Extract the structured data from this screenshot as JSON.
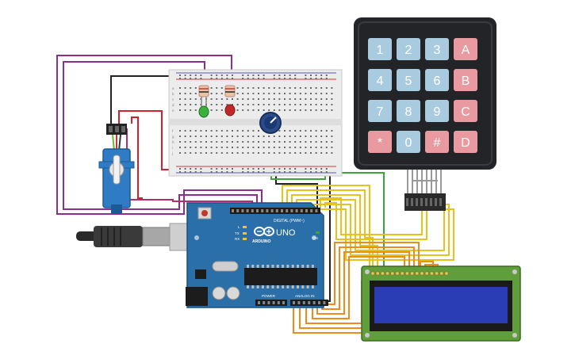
{
  "keypad": {
    "rows": [
      [
        "1",
        "2",
        "3",
        "A"
      ],
      [
        "4",
        "5",
        "6",
        "B"
      ],
      [
        "7",
        "8",
        "9",
        "C"
      ],
      [
        "*",
        "0",
        "#",
        "D"
      ]
    ],
    "colors": {
      "num": "#a9cbe0",
      "letter": "#e89aa0",
      "body": "#222428",
      "key_text": "#ffffff"
    }
  },
  "arduino": {
    "brand_label": "UNO",
    "logo_text": "ARDUINO",
    "digital_label": "DIGITAL (PWM~)",
    "analog_label": "ANALOG IN",
    "power_label": "POWER",
    "tx_label": "TX",
    "rx_label": "RX",
    "l_label": "L",
    "on_label": "ON",
    "board_color": "#2a6fa8"
  },
  "breadboard": {
    "row_letters_top": [
      "a",
      "b",
      "c",
      "d",
      "e"
    ],
    "row_letters_bottom": [
      "f",
      "g",
      "h",
      "i",
      "j"
    ]
  },
  "lcd": {
    "screen_color": "#2b3db5",
    "pcb_color": "#5f9e3a"
  },
  "wire_colors": {
    "purple": "#8b2f8f",
    "magenta": "#b0306f",
    "red": "#d0222a",
    "black": "#222222",
    "green": "#3aa63a",
    "yellow": "#e8c21a",
    "orange": "#ef8a1d",
    "gray": "#888888"
  }
}
